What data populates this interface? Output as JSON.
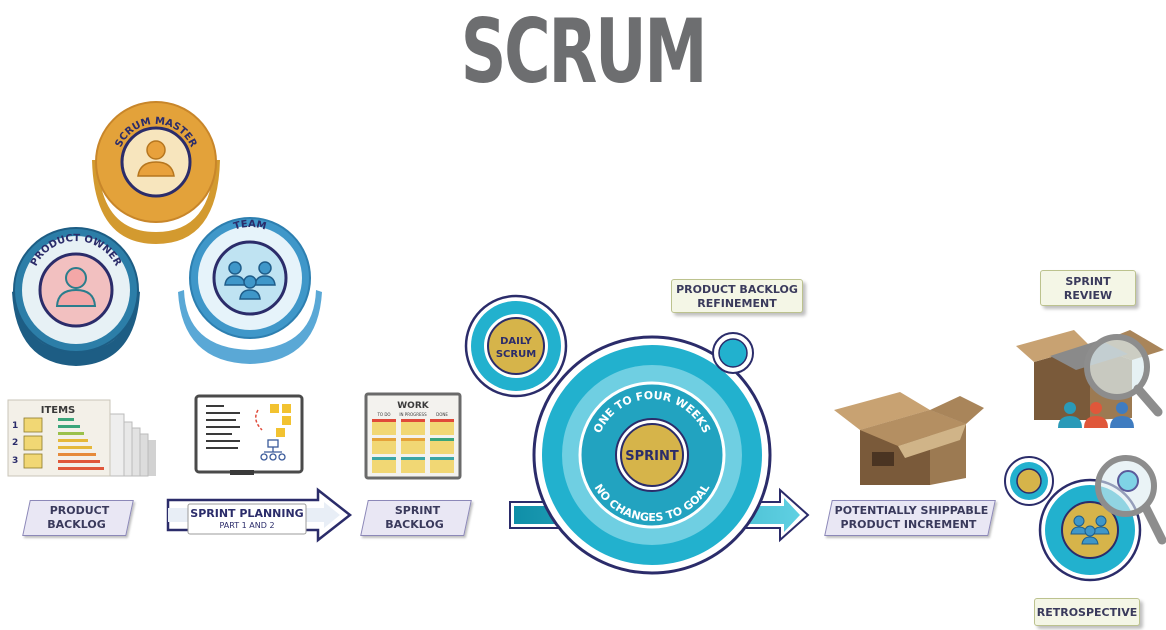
{
  "title": "SCRUM",
  "roles": {
    "scrum_master": "SCRUM MASTER",
    "product_owner": "PRODUCT OWNER",
    "team": "TEAM"
  },
  "artifacts": {
    "items_header": "ITEMS",
    "item_numbers": [
      "1",
      "2",
      "3"
    ],
    "work_header": "WORK",
    "board_columns": [
      "TO DO",
      "IN PROGRESS",
      "DONE"
    ]
  },
  "steps": {
    "product_backlog_line1": "PRODUCT",
    "product_backlog_line2": "BACKLOG",
    "sprint_planning": "SPRINT PLANNING",
    "sprint_planning_sub": "PART 1 AND 2",
    "sprint_backlog_line1": "SPRINT",
    "sprint_backlog_line2": "BACKLOG",
    "increment_line1": "POTENTIALLY SHIPPABLE",
    "increment_line2": "PRODUCT INCREMENT"
  },
  "sprint": {
    "center": "SPRINT",
    "ring_top": "ONE TO FOUR WEEKS",
    "ring_bottom": "NO CHANGES TO GOAL",
    "daily_line1": "DAILY",
    "daily_line2": "SCRUM",
    "refinement_line1": "PRODUCT BACKLOG",
    "refinement_line2": "REFINEMENT"
  },
  "events": {
    "review_line1": "SPRINT",
    "review_line2": "REVIEW",
    "retrospective": "RETROSPECTIVE"
  },
  "colors": {
    "title": "#6d6e70",
    "teal": "#1fa8c4",
    "dark_navy": "#2b2c6a",
    "gold": "#d6b44a",
    "orange": "#e3a23a",
    "pink": "#eeb3b3",
    "light_blue": "#bfe3f2"
  }
}
